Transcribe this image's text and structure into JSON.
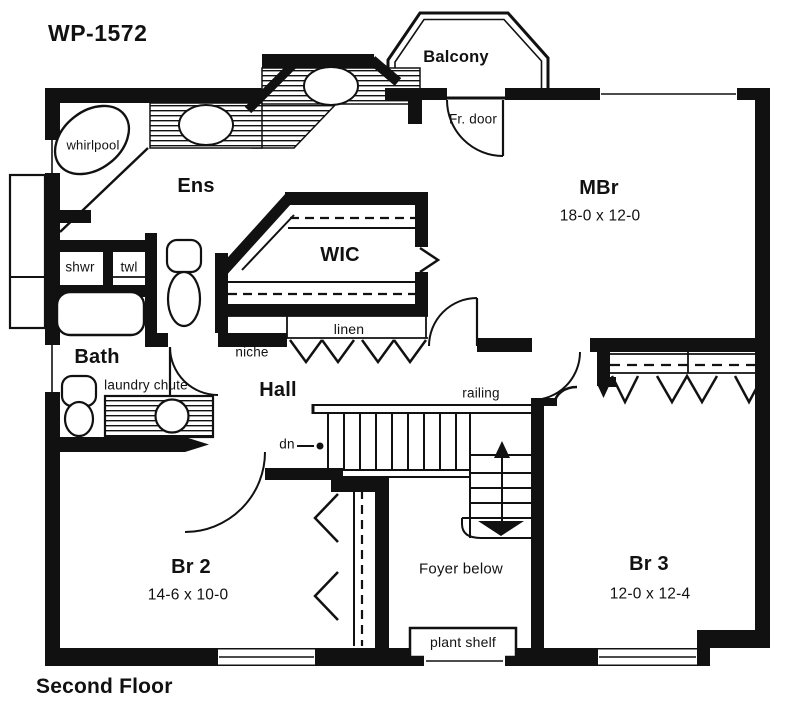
{
  "title": {
    "plan_number": "WP-1572",
    "floor_name": "Second Floor"
  },
  "rooms": {
    "balcony": {
      "name": "Balcony"
    },
    "mbr": {
      "name": "MBr",
      "dim": "18-0 x 12-0"
    },
    "ens": {
      "name": "Ens"
    },
    "wic": {
      "name": "WIC"
    },
    "bath": {
      "name": "Bath"
    },
    "hall": {
      "name": "Hall"
    },
    "br2": {
      "name": "Br 2",
      "dim": "14-6 x 10-0"
    },
    "br3": {
      "name": "Br 3",
      "dim": "12-0 x 12-4"
    },
    "foyer": {
      "name": "Foyer below"
    }
  },
  "labels": {
    "whirlpool": "whirlpool",
    "shwr": "shwr",
    "twl": "twl",
    "fr_door": "Fr. door",
    "linen": "linen",
    "niche": "niche",
    "laundry_chute": "laundry chute",
    "railing": "railing",
    "dn": "dn",
    "plant_shelf": "plant shelf"
  },
  "colors": {
    "ink": "#111111",
    "paper": "#ffffff"
  }
}
